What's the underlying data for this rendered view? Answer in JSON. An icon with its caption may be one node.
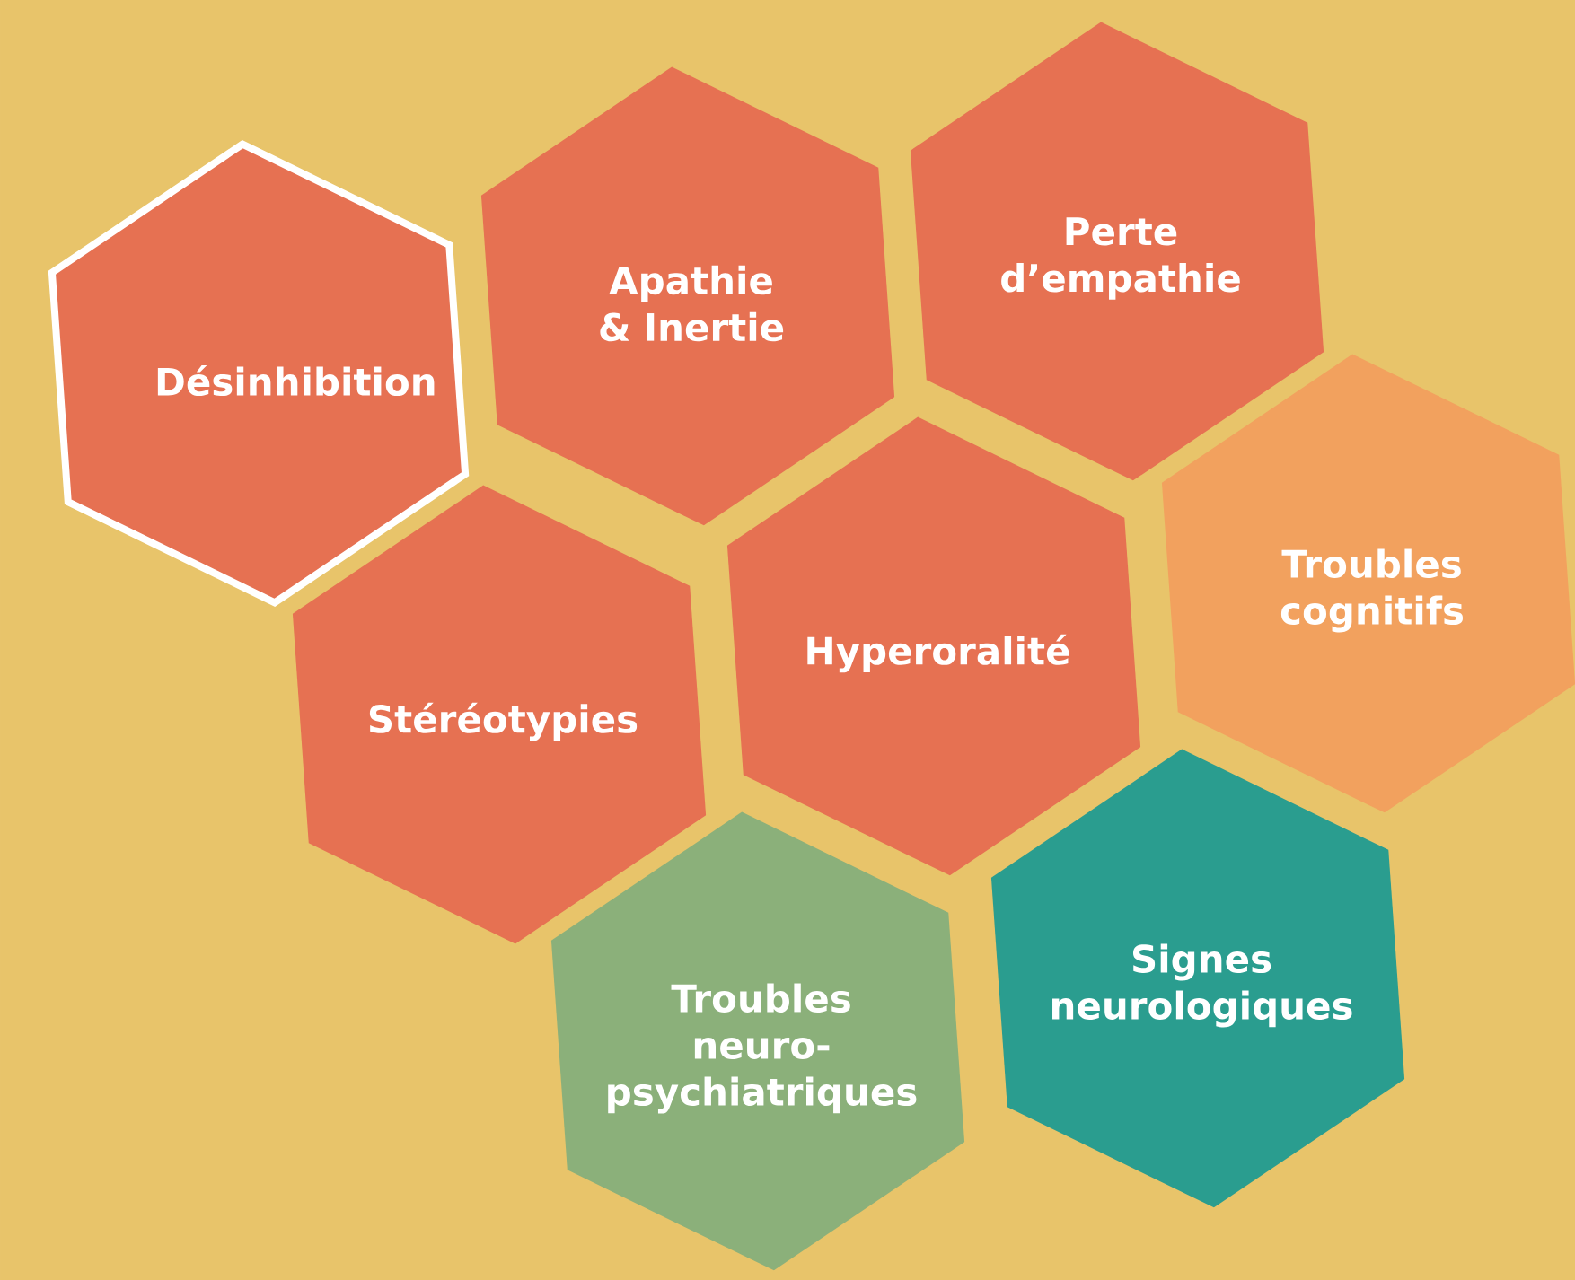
{
  "diagram": {
    "nodes": [
      {
        "text": [
          "Désinhibition"
        ]
      },
      {
        "text": [
          "Apathie & Inertie"
        ]
      },
      {
        "text": [
          "Perte d’empathie"
        ]
      },
      {
        "text": [
          "Troubles cognitifs"
        ]
      },
      {
        "text": [
          "Stéréotypies"
        ]
      },
      {
        "text": [
          "Hyperoralité"
        ]
      },
      {
        "text": [
          "Troubles neuro-psychiatriques"
        ]
      },
      {
        "text": [
          "Signes neurologiques"
        ]
      }
    ]
  }
}
